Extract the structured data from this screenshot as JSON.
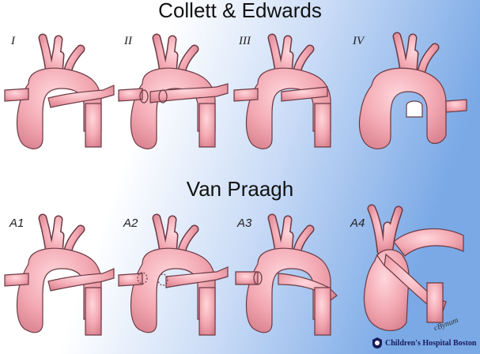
{
  "titles": {
    "top": "Collett & Edwards",
    "bottom": "Van Praagh"
  },
  "panels_top": [
    {
      "label": "I"
    },
    {
      "label": "II"
    },
    {
      "label": "III"
    },
    {
      "label": "IV"
    }
  ],
  "panels_bottom": [
    {
      "label": "A1"
    },
    {
      "label": "A2"
    },
    {
      "label": "A3"
    },
    {
      "label": "A4"
    }
  ],
  "footer": {
    "signature": "cBynum",
    "logo_text": "Children's Hospital Boston"
  },
  "colors": {
    "vessel_fill": "#f3a9b3",
    "vessel_stroke": "#6b3a44",
    "bg_white": "#ffffff",
    "bg_blue": "#7aa9e6"
  }
}
